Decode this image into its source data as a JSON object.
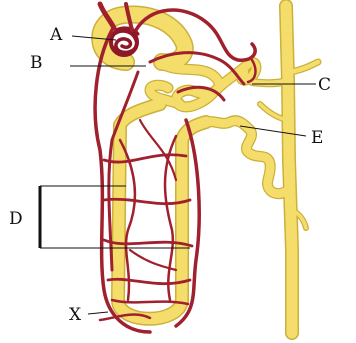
{
  "labels": {
    "a": "A",
    "b": "B",
    "c": "C",
    "d": "D",
    "e": "E",
    "x": "X"
  },
  "colors": {
    "tubule": "#f5dd6b",
    "tubule_outline": "#cbb03a",
    "vessel": "#a0202e",
    "vessel_dark": "#6e0f1a",
    "line": "#111111",
    "background": "#ffffff"
  }
}
